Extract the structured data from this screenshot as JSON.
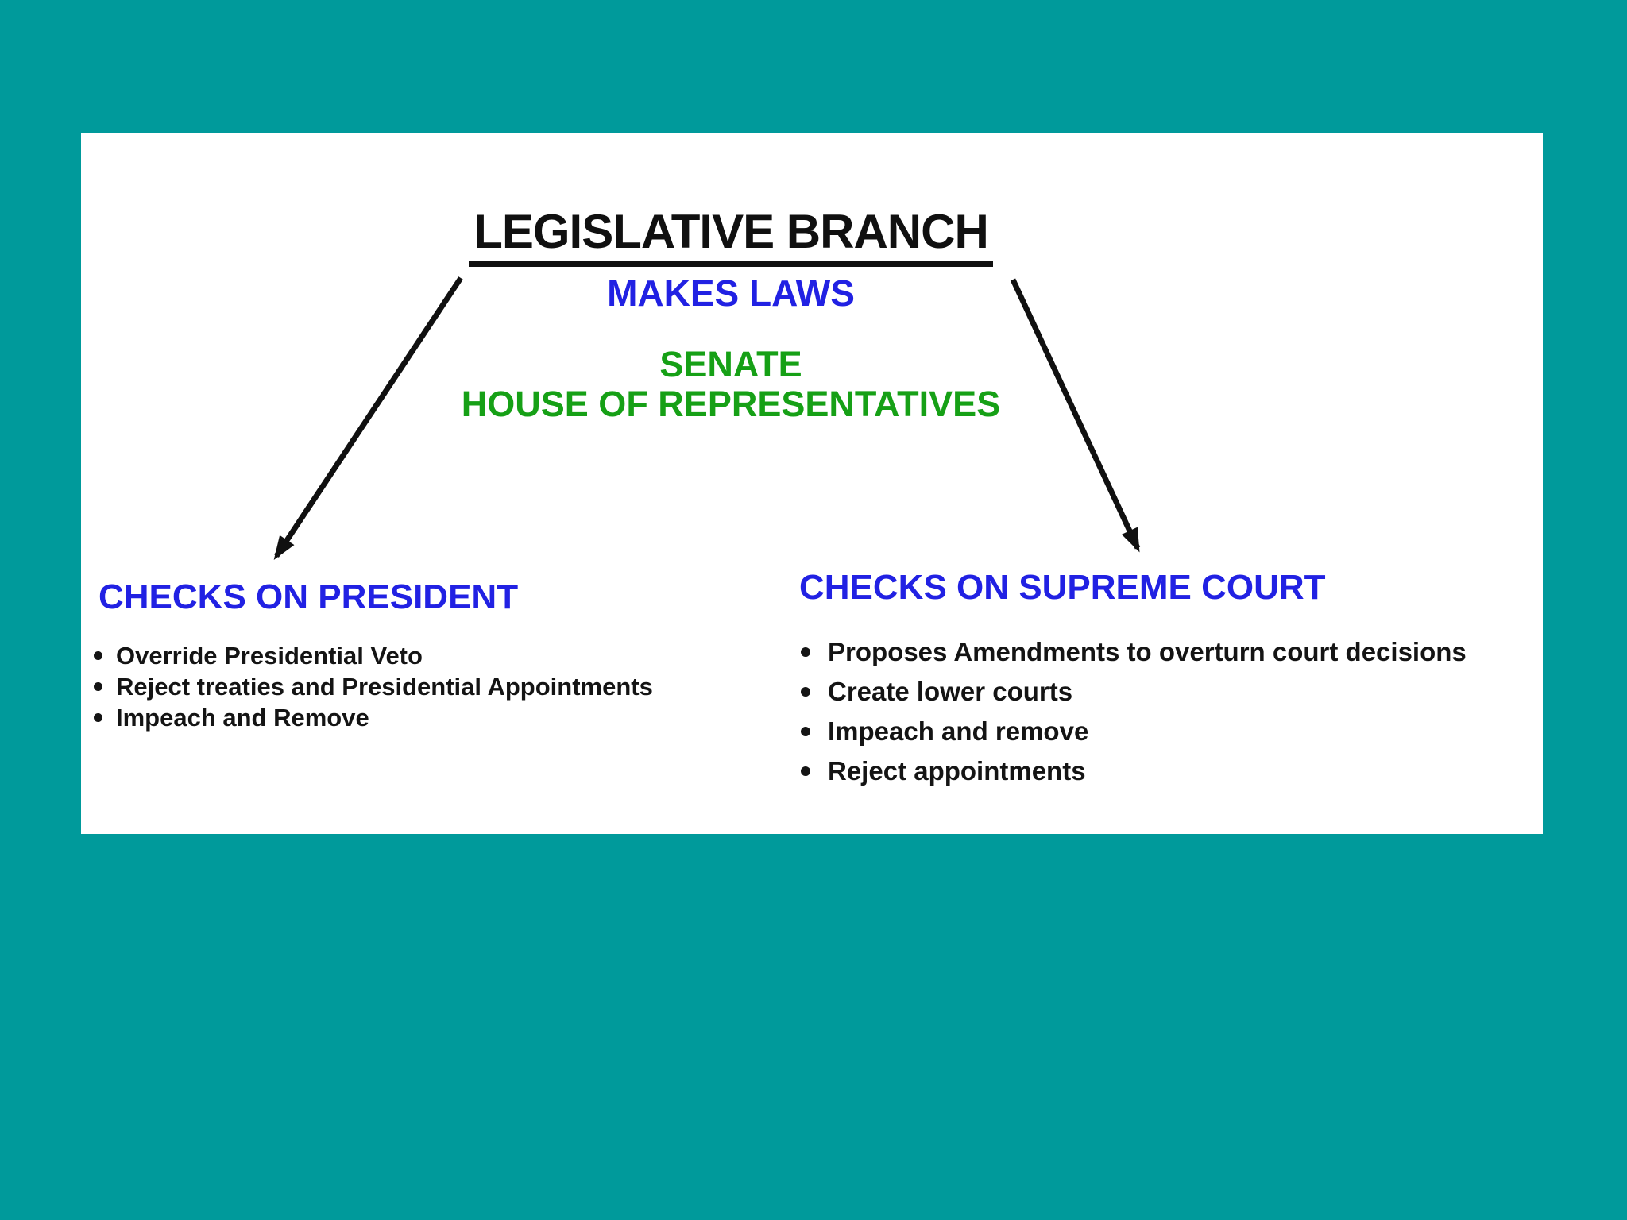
{
  "diagram": {
    "title": "LEGISLATIVE BRANCH",
    "function_label": "MAKES LAWS",
    "chambers": {
      "line1": "SENATE",
      "line2": "HOUSE OF REPRESENTATIVES"
    },
    "sections": {
      "president": {
        "heading": "CHECKS ON PRESIDENT",
        "items": [
          "Override Presidential Veto",
          "Reject treaties and Presidential Appointments",
          "Impeach and Remove"
        ]
      },
      "supreme_court": {
        "heading": "CHECKS ON SUPREME COURT",
        "items": [
          "Proposes Amendments to overturn court decisions",
          "Create lower courts",
          "Impeach and remove",
          "Reject appointments"
        ]
      }
    },
    "colors": {
      "background_teal": "#009A9B",
      "panel_white": "#FFFFFF",
      "title_black": "#101010",
      "accent_blue": "#2121E3",
      "accent_green": "#16A016",
      "bullet_text": "#141414"
    }
  }
}
